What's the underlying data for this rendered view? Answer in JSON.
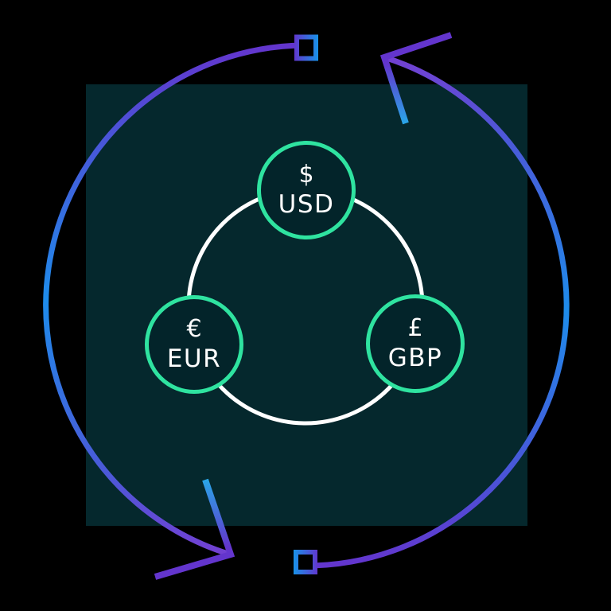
{
  "diagram": {
    "currencies": [
      {
        "symbol": "$",
        "code": "USD"
      },
      {
        "symbol": "€",
        "code": "EUR"
      },
      {
        "symbol": "£",
        "code": "GBP"
      }
    ]
  },
  "colors": {
    "black": "#000000",
    "panel": "#05282d",
    "nodeFill": "#03242a",
    "green": "#2fe3a0",
    "white": "#ffffff",
    "purple": "#6335cd",
    "purpleTip": "#7340d2",
    "blue": "#1e8ceb",
    "blueMid": "#4a5ad8",
    "lightBlue": "#2aa6e8",
    "squareBlue": "#1695e9"
  }
}
